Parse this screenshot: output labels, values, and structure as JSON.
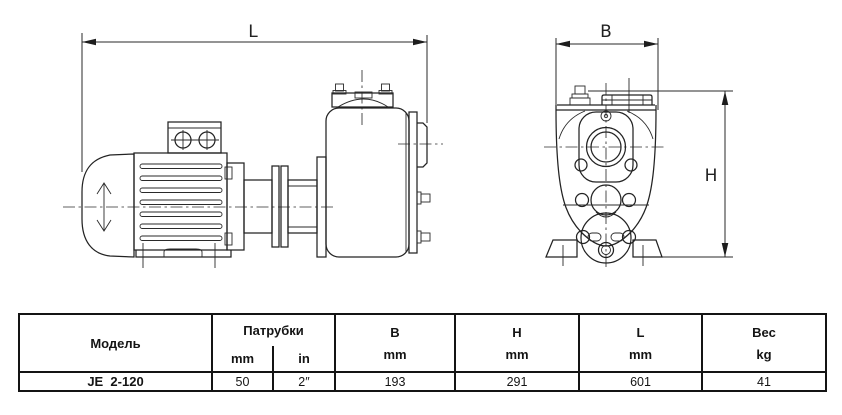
{
  "drawing": {
    "labels": {
      "length": "L",
      "width": "B",
      "height": "H"
    }
  },
  "table": {
    "header": {
      "model": "Модель",
      "ports": "Патрубки",
      "ports_mm": "mm",
      "ports_in": "in",
      "b_label": "B",
      "b_unit": "mm",
      "h_label": "H",
      "h_unit": "mm",
      "l_label": "L",
      "l_unit": "mm",
      "weight_label": "Вес",
      "weight_unit": "kg"
    },
    "rows": [
      {
        "model": "JE  2-120",
        "ports_mm": "50",
        "ports_in": "2″",
        "b": "193",
        "h": "291",
        "l": "601",
        "weight": "41"
      }
    ]
  }
}
